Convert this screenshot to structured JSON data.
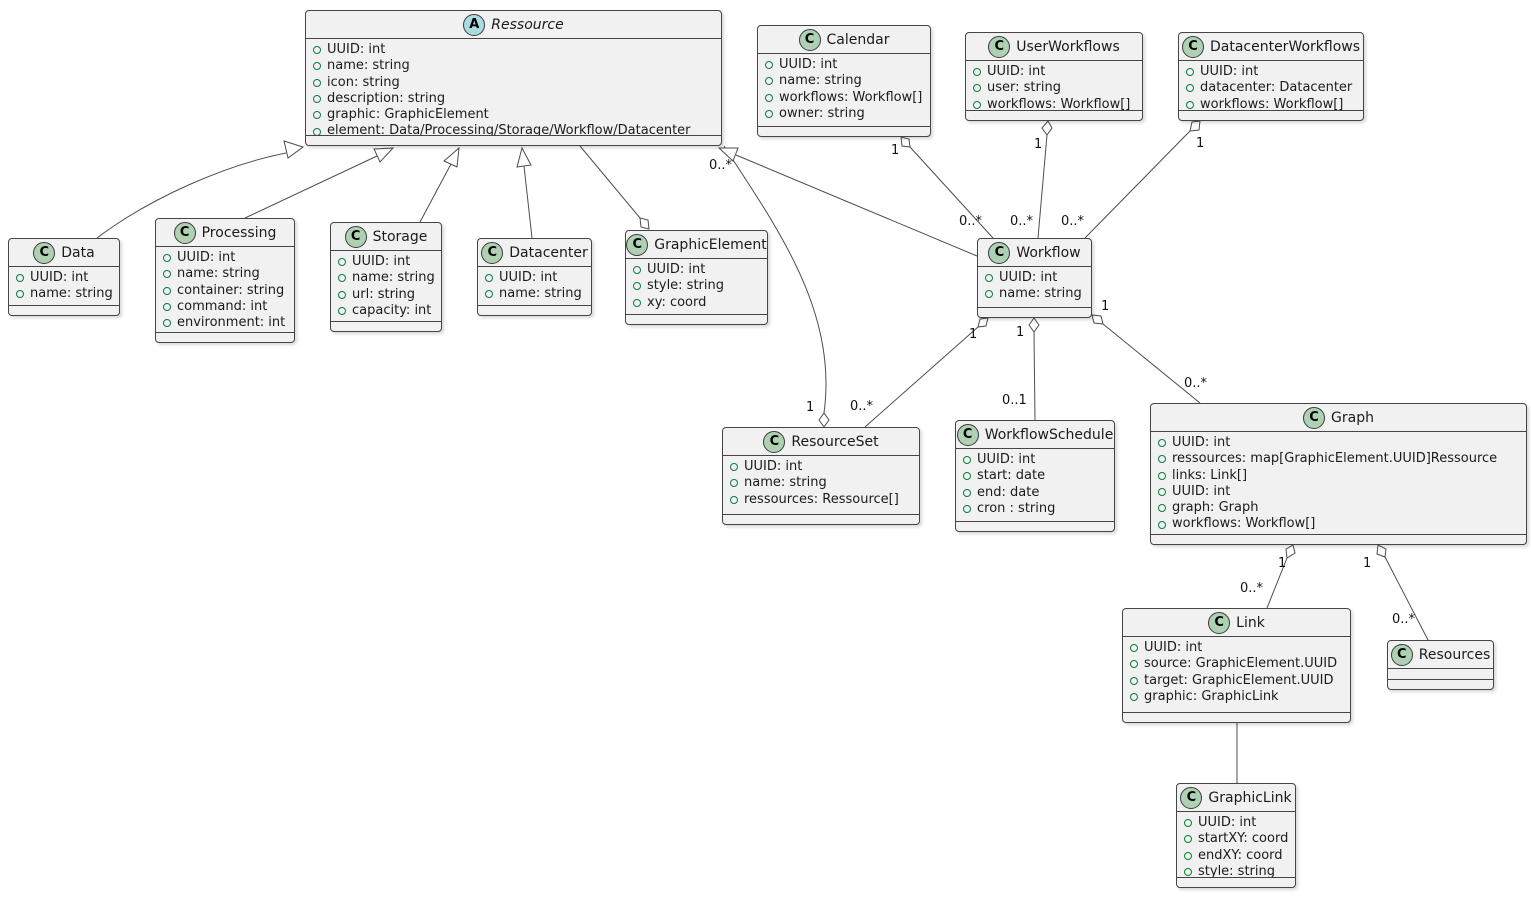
{
  "diagram_type": "uml-class-diagram",
  "classes": [
    {
      "id": "ressource",
      "stereotype": "A",
      "kind": "abstract class",
      "name": "Ressource",
      "attributes": [
        "UUID: int",
        "name: string",
        "icon: string",
        "description: string",
        "graphic: GraphicElement",
        "element: Data/Processing/Storage/Workflow/Datacenter"
      ]
    },
    {
      "id": "calendar",
      "stereotype": "C",
      "kind": "class",
      "name": "Calendar",
      "attributes": [
        "UUID: int",
        "name: string",
        "workflows: Workflow[]",
        "owner: string"
      ]
    },
    {
      "id": "userworkflows",
      "stereotype": "C",
      "kind": "class",
      "name": "UserWorkflows",
      "attributes": [
        "UUID: int",
        "user: string",
        "workflows: Workflow[]"
      ]
    },
    {
      "id": "datacenterworkflows",
      "stereotype": "C",
      "kind": "class",
      "name": "DatacenterWorkflows",
      "attributes": [
        "UUID: int",
        "datacenter: Datacenter",
        "workflows: Workflow[]"
      ]
    },
    {
      "id": "data",
      "stereotype": "C",
      "kind": "class",
      "name": "Data",
      "attributes": [
        "UUID: int",
        "name: string"
      ]
    },
    {
      "id": "processing",
      "stereotype": "C",
      "kind": "class",
      "name": "Processing",
      "attributes": [
        "UUID: int",
        "name: string",
        "container: string",
        "command: int",
        "environment: int"
      ]
    },
    {
      "id": "storage",
      "stereotype": "C",
      "kind": "class",
      "name": "Storage",
      "attributes": [
        "UUID: int",
        "name: string",
        "url: string",
        "capacity: int"
      ]
    },
    {
      "id": "datacenter",
      "stereotype": "C",
      "kind": "class",
      "name": "Datacenter",
      "attributes": [
        "UUID: int",
        "name: string"
      ]
    },
    {
      "id": "graphicelement",
      "stereotype": "C",
      "kind": "class",
      "name": "GraphicElement",
      "attributes": [
        "UUID: int",
        "style: string",
        "xy: coord"
      ]
    },
    {
      "id": "workflow",
      "stereotype": "C",
      "kind": "class",
      "name": "Workflow",
      "attributes": [
        "UUID: int",
        "name: string"
      ]
    },
    {
      "id": "resourceset",
      "stereotype": "C",
      "kind": "class",
      "name": "ResourceSet",
      "attributes": [
        "UUID: int",
        "name: string",
        "ressources: Ressource[]"
      ]
    },
    {
      "id": "workflowschedule",
      "stereotype": "C",
      "kind": "class",
      "name": "WorkflowSchedule",
      "attributes": [
        "UUID: int",
        "start: date",
        "end: date",
        "cron : string"
      ]
    },
    {
      "id": "graph",
      "stereotype": "C",
      "kind": "class",
      "name": "Graph",
      "attributes": [
        "UUID: int",
        "ressources: map[GraphicElement.UUID]Ressource",
        "links: Link[]",
        "UUID: int",
        "graph: Graph",
        "workflows: Workflow[]"
      ]
    },
    {
      "id": "link",
      "stereotype": "C",
      "kind": "class",
      "name": "Link",
      "attributes": [
        "UUID: int",
        "source: GraphicElement.UUID",
        "target: GraphicElement.UUID",
        "graphic: GraphicLink"
      ]
    },
    {
      "id": "resources",
      "stereotype": "C",
      "kind": "class",
      "name": "Resources",
      "attributes": []
    },
    {
      "id": "graphiclink",
      "stereotype": "C",
      "kind": "class",
      "name": "GraphicLink",
      "attributes": [
        "UUID: int",
        "startXY: coord",
        "endXY: coord",
        "style: string"
      ]
    }
  ],
  "edges": [
    {
      "from": "Data",
      "to": "Ressource",
      "type": "inheritance"
    },
    {
      "from": "Processing",
      "to": "Ressource",
      "type": "inheritance"
    },
    {
      "from": "Storage",
      "to": "Ressource",
      "type": "inheritance"
    },
    {
      "from": "Datacenter",
      "to": "Ressource",
      "type": "inheritance"
    },
    {
      "from": "Workflow",
      "to": "Ressource",
      "type": "inheritance"
    },
    {
      "from": "Ressource",
      "to": "GraphicElement",
      "type": "aggregation"
    },
    {
      "from": "Calendar",
      "to": "Workflow",
      "type": "aggregation",
      "from_label": "1",
      "to_label": "0..*"
    },
    {
      "from": "UserWorkflows",
      "to": "Workflow",
      "type": "aggregation",
      "from_label": "1",
      "to_label": "0..*"
    },
    {
      "from": "DatacenterWorkflows",
      "to": "Workflow",
      "type": "aggregation",
      "from_label": "1",
      "to_label": "0..*"
    },
    {
      "from": "ResourceSet",
      "to": "Ressource",
      "type": "aggregation",
      "from_label": "1",
      "to_label": "0..*"
    },
    {
      "from": "Workflow",
      "to": "ResourceSet",
      "type": "aggregation",
      "from_label": "1",
      "to_label": "0..*"
    },
    {
      "from": "Workflow",
      "to": "WorkflowSchedule",
      "type": "aggregation",
      "from_label": "1",
      "to_label": "0..1"
    },
    {
      "from": "Workflow",
      "to": "Graph",
      "type": "aggregation",
      "from_label": "1",
      "to_label": "0..*"
    },
    {
      "from": "Graph",
      "to": "Link",
      "type": "aggregation",
      "from_label": "1",
      "to_label": "0..*"
    },
    {
      "from": "Graph",
      "to": "Resources",
      "type": "aggregation",
      "from_label": "1",
      "to_label": "0..*"
    },
    {
      "from": "Link",
      "to": "GraphicLink",
      "type": "association"
    }
  ],
  "colors": {
    "box_fill": "#F1F1F1",
    "box_border": "#454545",
    "class_spot": "#ADD1B2",
    "abstract_spot": "#A9DCDF",
    "field_icon": "#0B7B40",
    "edge": "#4D4D4D"
  }
}
